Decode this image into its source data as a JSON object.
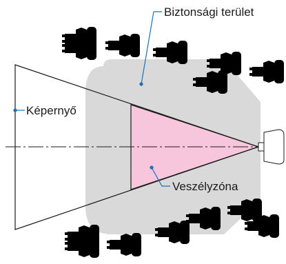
{
  "labels": {
    "safety_area": "Biztonsági terület",
    "screen": "Képernyő",
    "danger_zone": "Veszélyzóna"
  },
  "colors": {
    "safety_area_fill": "#d9d9d9",
    "danger_zone_fill": "#f7c6dd",
    "leader_line": "#1f6fb2",
    "outline": "#1a1a1a"
  },
  "icons": {
    "person": "seated-person-icon",
    "projector": "projector-icon"
  }
}
